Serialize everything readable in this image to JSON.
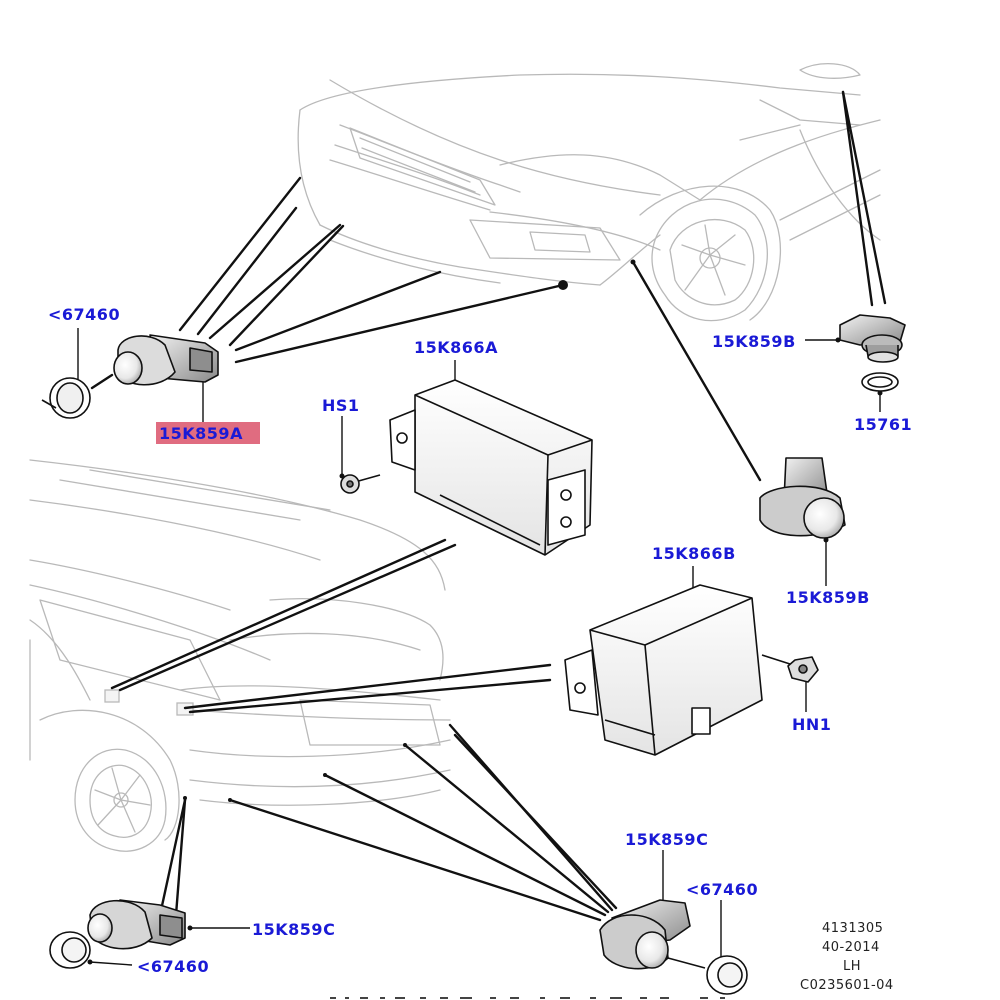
{
  "callouts": {
    "c1": "<67460",
    "c2": "15K859A",
    "c3": "15K866A",
    "c4": "HS1",
    "c5": "15K859B",
    "c6": "15761",
    "c7": "15K859B",
    "c8": "15K866B",
    "c9": "HN1",
    "c10": "15K859C",
    "c11": "<67460",
    "c12": "15K859C",
    "c13": "<67460"
  },
  "highlight_color": "#e06c80",
  "callout_color": "#1a1ad6",
  "reference": {
    "line1": "4131305",
    "line2": "40-2014",
    "line3": "LH",
    "line4": "C0235601-04"
  }
}
